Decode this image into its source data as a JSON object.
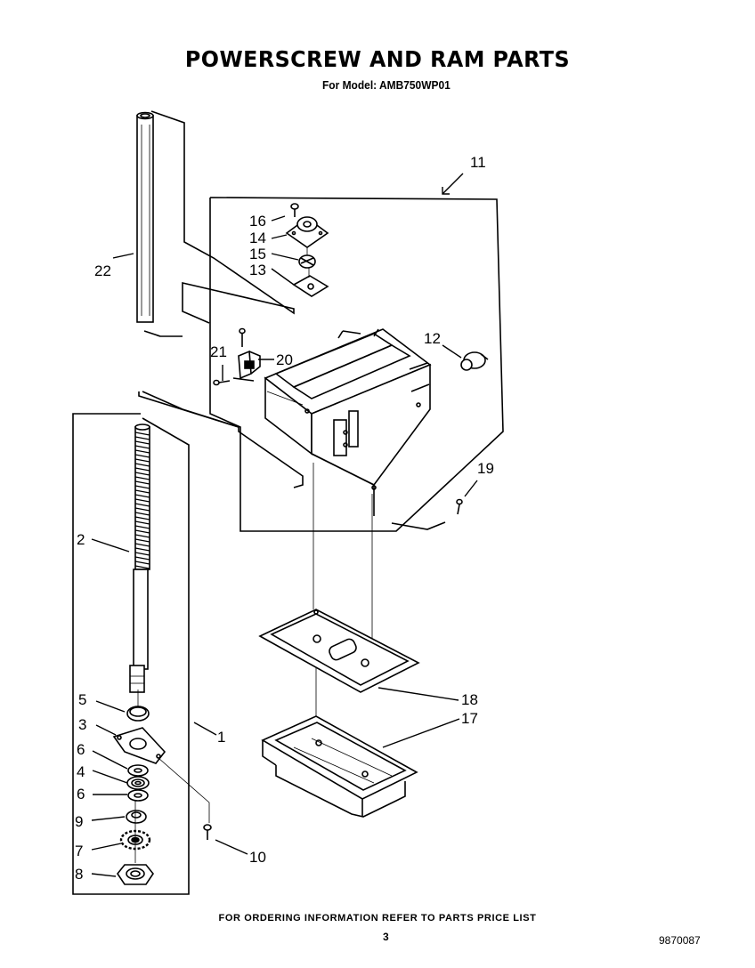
{
  "header": {
    "title": "POWERSCREW AND RAM PARTS",
    "subtitle": "For Model: AMB750WP01"
  },
  "footer": {
    "ordering_note": "FOR ORDERING INFORMATION REFER TO PARTS PRICE LIST",
    "page_number": "3",
    "document_number": "9870087"
  },
  "callouts": {
    "c1": "1",
    "c2": "2",
    "c3": "3",
    "c4": "4",
    "c5": "5",
    "c6a": "6",
    "c6b": "6",
    "c7": "7",
    "c8": "8",
    "c9": "9",
    "c10": "10",
    "c11": "11",
    "c12": "12",
    "c13": "13",
    "c14": "14",
    "c15": "15",
    "c16": "16",
    "c17": "17",
    "c18": "18",
    "c19": "19",
    "c20": "20",
    "c21": "21",
    "c22": "22"
  }
}
